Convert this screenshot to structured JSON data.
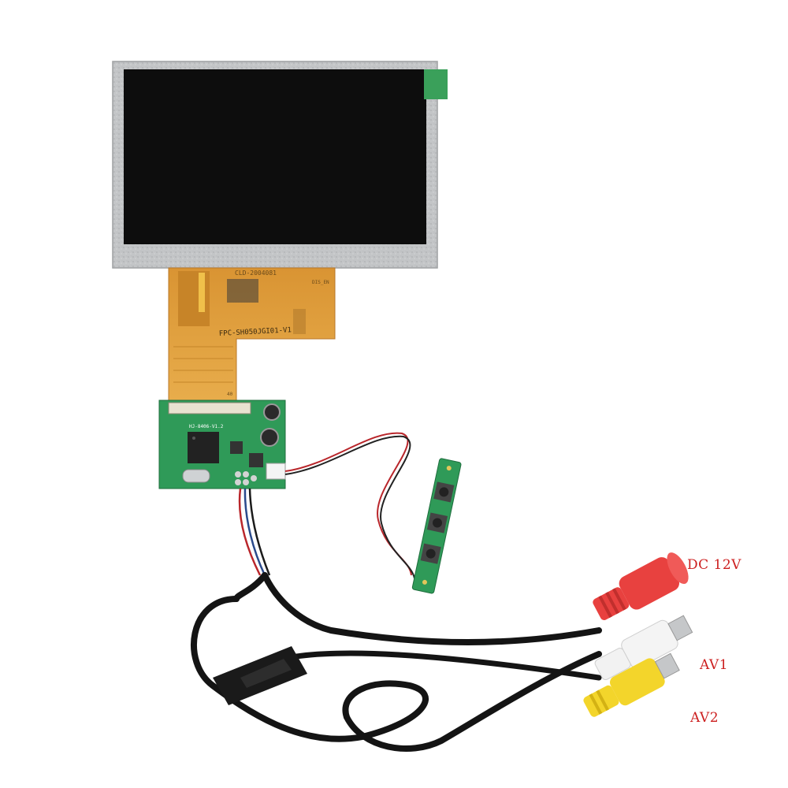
{
  "product": {
    "fpc_marking": "FPC-SH050JGI01-V1",
    "fpc_top_marking": "CLD-2004081",
    "fpc_small_marking": "DIS_EN",
    "fpc_pin_marking": "40",
    "board_marking": "HJ-8406-V1.2"
  },
  "callouts": {
    "dc": "DC 12V",
    "av1": "AV1",
    "av2": "AV2"
  },
  "colors": {
    "label_red": "#cc1f1f",
    "lcd_black": "#0d0d0d",
    "bezel_silver": "#bfc1c3",
    "fpc_orange": "#e0a23c",
    "pcb_green": "#2f9a58",
    "rca_red": "#e8413f",
    "rca_white": "#f2f2f2",
    "rca_yellow": "#f3d52b"
  }
}
